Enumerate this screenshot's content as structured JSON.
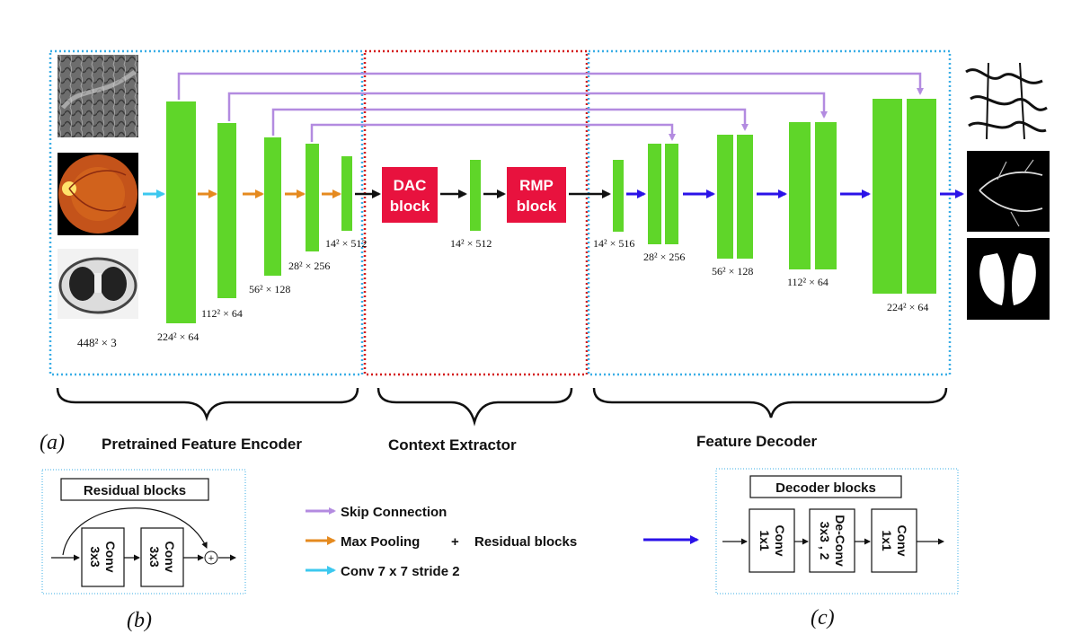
{
  "colors": {
    "green": "#5fd629",
    "red": "#e8123e",
    "purple": "#b38be0",
    "orange": "#e58a1f",
    "cyan": "#3cc8ef",
    "blue": "#2a12e8",
    "black": "#111111",
    "encoder_border": "#3aaee6",
    "extractor_border": "#d41a1a",
    "decoder_border": "#3aaee6"
  },
  "input": {
    "label": "448² × 3"
  },
  "encoder": {
    "label": "Pretrained Feature Encoder",
    "dims": [
      "224² × 64",
      "112² × 64",
      "56² × 128",
      "28² × 256",
      "14² × 512"
    ]
  },
  "extractor": {
    "label": "Context Extractor",
    "dac": [
      "DAC",
      "block"
    ],
    "rmp": [
      "RMP",
      "block"
    ],
    "dim": "14² × 512"
  },
  "decoder": {
    "label": "Feature Decoder",
    "dims": [
      "14² × 516",
      "28² × 256",
      "56² × 128",
      "112² × 64",
      "224² × 64"
    ]
  },
  "panel_labels": {
    "a": "(a)",
    "b": "(b)",
    "c": "(c)"
  },
  "legend": {
    "skip": "Skip Connection",
    "maxpool": "Max Pooling",
    "plus": "+",
    "residual": "Residual blocks",
    "conv7": "Conv 7 x 7 stride 2"
  },
  "residual_panel": {
    "title": "Residual blocks",
    "conv1": [
      "Conv",
      "3x3"
    ],
    "conv2": [
      "Conv",
      "3x3"
    ],
    "plus": "+"
  },
  "decoder_panel": {
    "title": "Decoder blocks",
    "conv1": [
      "Conv",
      "1x1"
    ],
    "deconv": [
      "De-Conv",
      "3x3 , 2"
    ],
    "conv2": [
      "Conv",
      "1x1"
    ]
  }
}
